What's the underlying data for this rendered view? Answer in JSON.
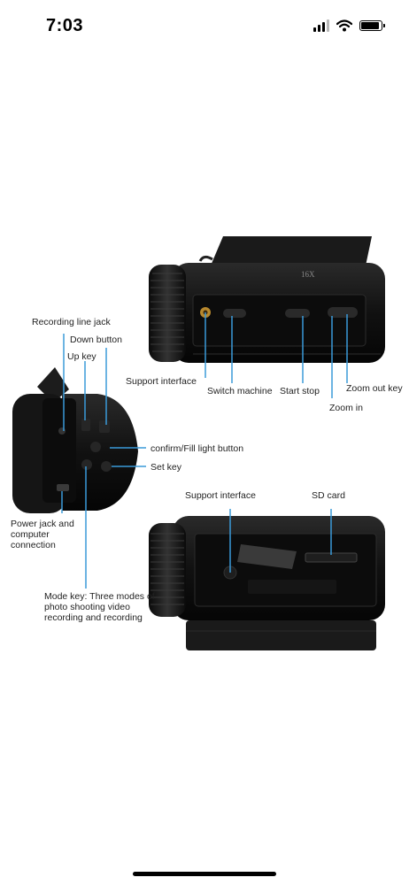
{
  "status_bar": {
    "time": "7:03",
    "icons": [
      "cellular-signal-icon",
      "wifi-icon",
      "battery-icon"
    ],
    "battery_level": 0.9
  },
  "product_image": {
    "model_print": "16X",
    "labels": {
      "recording_line_jack": "Recording line jack",
      "down_button": "Down button",
      "up_key": "Up key",
      "support_interface_top": "Support interface",
      "switch_machine": "Switch machine",
      "start_stop": "Start stop",
      "zoom_out_key": "Zoom out key",
      "zoom_in": "Zoom in",
      "confirm_fill_light": "confirm/Fill light button",
      "set_key": "Set key",
      "power_jack": "Power jack and computer connection",
      "support_interface_bottom": "Support interface",
      "sd_card": "SD card",
      "mode_key": "Mode key: Three modes of photo shooting video recording and recording"
    },
    "colors": {
      "callout_line": "#3a9ad9",
      "camera_body": "#111111"
    }
  }
}
